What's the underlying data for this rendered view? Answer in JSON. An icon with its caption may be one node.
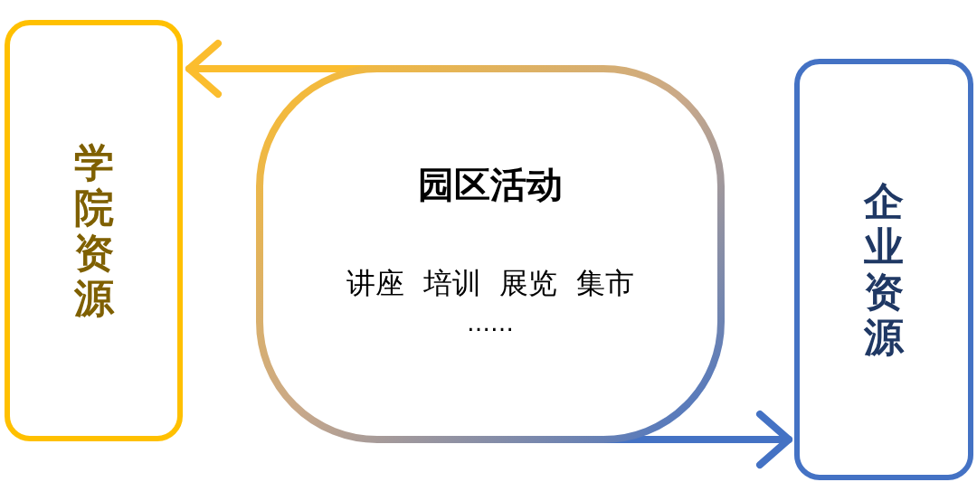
{
  "diagram": {
    "nodes": [
      {
        "text": [
          "学院资源"
        ]
      },
      {
        "text": [
          "园区活动",
          "讲座  培训  展览  集市",
          "……"
        ]
      },
      {
        "text": [
          "企业资源"
        ]
      }
    ],
    "edges": [
      {
        "from": 1,
        "to": 0,
        "arrow": "to",
        "color": "#fbbd2e"
      },
      {
        "from": 1,
        "to": 2,
        "arrow": "to",
        "color": "#4472c4"
      }
    ]
  }
}
